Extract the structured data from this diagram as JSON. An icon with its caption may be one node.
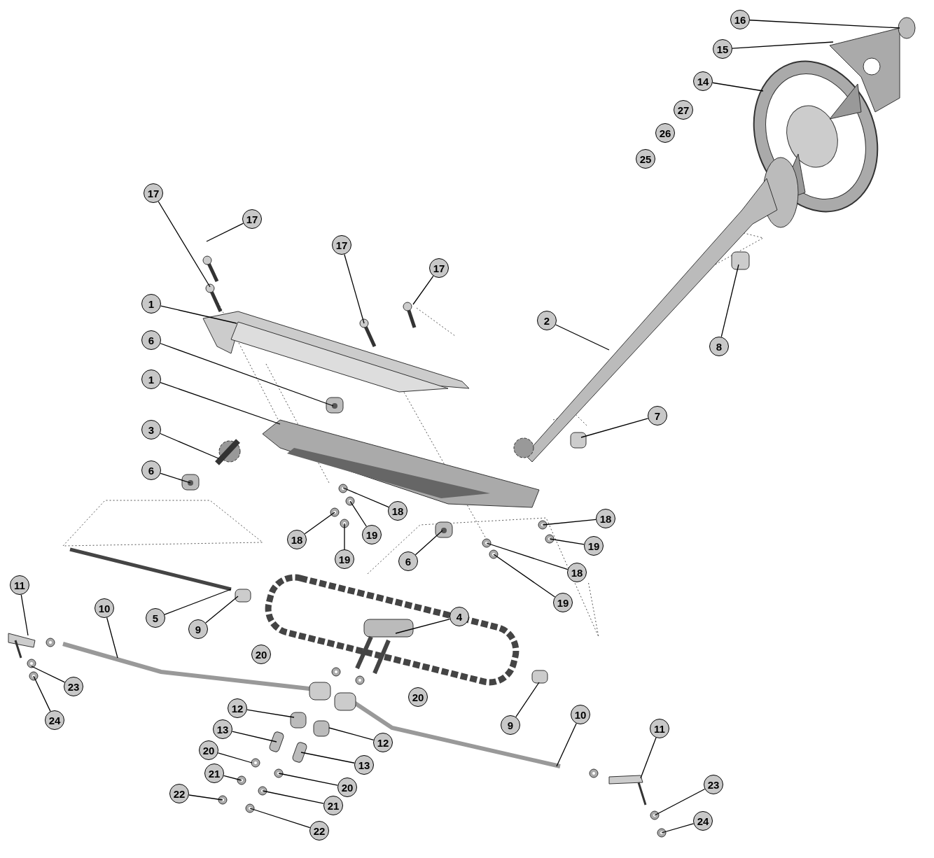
{
  "diagram": {
    "nodes": [
      {
        "text": [
          "16"
        ]
      },
      {
        "text": [
          "15"
        ]
      },
      {
        "text": [
          "14"
        ]
      },
      {
        "text": [
          "17"
        ]
      },
      {
        "text": [
          "17"
        ]
      },
      {
        "text": [
          "17"
        ]
      },
      {
        "text": [
          "17"
        ]
      },
      {
        "text": [
          "1"
        ]
      },
      {
        "text": [
          "2"
        ]
      },
      {
        "text": [
          "8"
        ]
      },
      {
        "text": [
          "6"
        ]
      },
      {
        "text": [
          "1"
        ]
      },
      {
        "text": [
          "7"
        ]
      },
      {
        "text": [
          "3"
        ]
      },
      {
        "text": [
          "6"
        ]
      },
      {
        "text": [
          "18"
        ]
      },
      {
        "text": [
          "18"
        ]
      },
      {
        "text": [
          "18"
        ]
      },
      {
        "text": [
          "19"
        ]
      },
      {
        "text": [
          "19"
        ]
      },
      {
        "text": [
          "19"
        ]
      },
      {
        "text": [
          "6"
        ]
      },
      {
        "text": [
          "18"
        ]
      },
      {
        "text": [
          "19"
        ]
      },
      {
        "text": [
          "11"
        ]
      },
      {
        "text": [
          "5"
        ]
      },
      {
        "text": [
          "10"
        ]
      },
      {
        "text": [
          "9"
        ]
      },
      {
        "text": [
          "4"
        ]
      },
      {
        "text": [
          "23"
        ]
      },
      {
        "text": [
          "24"
        ]
      },
      {
        "text": [
          "12"
        ]
      },
      {
        "text": [
          "9"
        ]
      },
      {
        "text": [
          "10"
        ]
      },
      {
        "text": [
          "11"
        ]
      },
      {
        "text": [
          "12"
        ]
      },
      {
        "text": [
          "13"
        ]
      },
      {
        "text": [
          "20"
        ]
      },
      {
        "text": [
          "13"
        ]
      },
      {
        "text": [
          "21"
        ]
      },
      {
        "text": [
          "20"
        ]
      },
      {
        "text": [
          "23"
        ]
      },
      {
        "text": [
          "22"
        ]
      },
      {
        "text": [
          "21"
        ]
      },
      {
        "text": [
          "22"
        ]
      },
      {
        "text": [
          "24"
        ]
      },
      {
        "text": [
          "27"
        ]
      },
      {
        "text": [
          "26"
        ]
      },
      {
        "text": [
          "25"
        ]
      },
      {
        "text": [
          "20"
        ]
      },
      {
        "text": [
          "20"
        ]
      }
    ],
    "edges": [
      {
        "from": 0,
        "to": null,
        "arrow": "none"
      },
      {
        "from": 1,
        "to": null,
        "arrow": "none"
      },
      {
        "from": 2,
        "to": null,
        "arrow": "none"
      },
      {
        "from": 3,
        "to": null,
        "arrow": "none"
      },
      {
        "from": 4,
        "to": null,
        "arrow": "none"
      },
      {
        "from": 5,
        "to": null,
        "arrow": "none"
      },
      {
        "from": 6,
        "to": null,
        "arrow": "none"
      },
      {
        "from": 7,
        "to": null,
        "arrow": "none"
      },
      {
        "from": 8,
        "to": null,
        "arrow": "none"
      },
      {
        "from": 9,
        "to": null,
        "arrow": "none"
      },
      {
        "from": 10,
        "to": null,
        "arrow": "none"
      },
      {
        "from": 11,
        "to": null,
        "arrow": "none"
      },
      {
        "from": 12,
        "to": null,
        "arrow": "none"
      },
      {
        "from": 13,
        "to": null,
        "arrow": "none"
      },
      {
        "from": 14,
        "to": null,
        "arrow": "none"
      },
      {
        "from": 15,
        "to": null,
        "arrow": "none"
      },
      {
        "from": 16,
        "to": null,
        "arrow": "none"
      },
      {
        "from": 17,
        "to": null,
        "arrow": "none"
      },
      {
        "from": 18,
        "to": null,
        "arrow": "none"
      },
      {
        "from": 19,
        "to": null,
        "arrow": "none"
      },
      {
        "from": 20,
        "to": null,
        "arrow": "none"
      },
      {
        "from": 21,
        "to": null,
        "arrow": "none"
      },
      {
        "from": 22,
        "to": null,
        "arrow": "none"
      },
      {
        "from": 23,
        "to": null,
        "arrow": "none"
      },
      {
        "from": 24,
        "to": null,
        "arrow": "none"
      },
      {
        "from": 25,
        "to": null,
        "arrow": "none"
      },
      {
        "from": 26,
        "to": null,
        "arrow": "none"
      },
      {
        "from": 27,
        "to": null,
        "arrow": "none"
      },
      {
        "from": 28,
        "to": null,
        "arrow": "none"
      },
      {
        "from": 29,
        "to": null,
        "arrow": "none"
      },
      {
        "from": 30,
        "to": null,
        "arrow": "none"
      },
      {
        "from": 31,
        "to": null,
        "arrow": "none"
      },
      {
        "from": 32,
        "to": null,
        "arrow": "none"
      },
      {
        "from": 33,
        "to": null,
        "arrow": "none"
      },
      {
        "from": 34,
        "to": null,
        "arrow": "none"
      },
      {
        "from": 35,
        "to": null,
        "arrow": "none"
      },
      {
        "from": 36,
        "to": null,
        "arrow": "none"
      },
      {
        "from": 37,
        "to": null,
        "arrow": "none"
      },
      {
        "from": 38,
        "to": null,
        "arrow": "none"
      },
      {
        "from": 39,
        "to": null,
        "arrow": "none"
      },
      {
        "from": 40,
        "to": null,
        "arrow": "none"
      },
      {
        "from": 41,
        "to": null,
        "arrow": "none"
      },
      {
        "from": 42,
        "to": null,
        "arrow": "none"
      },
      {
        "from": 43,
        "to": null,
        "arrow": "none"
      },
      {
        "from": 44,
        "to": null,
        "arrow": "none"
      },
      {
        "from": 45,
        "to": null,
        "arrow": "none"
      }
    ]
  }
}
